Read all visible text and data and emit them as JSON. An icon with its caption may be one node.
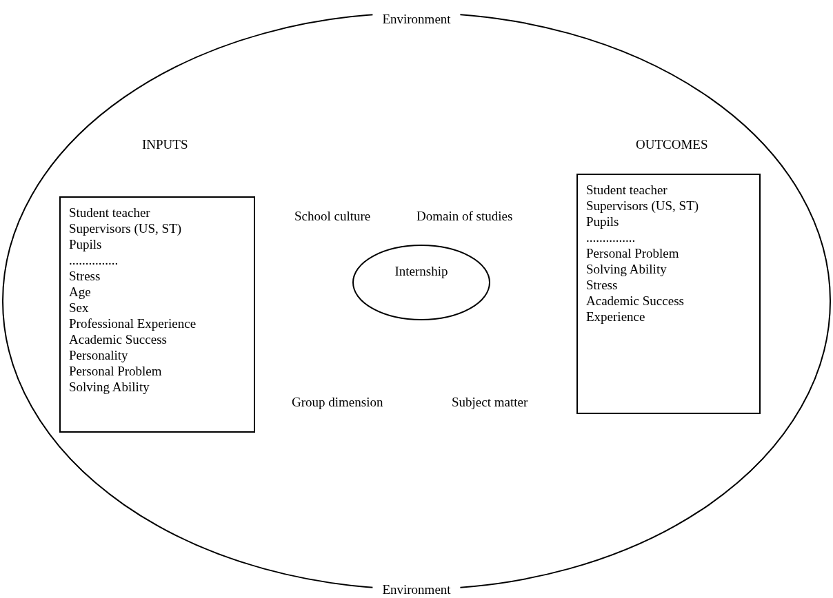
{
  "diagram": {
    "nodes": [
      {
        "text": [
          "Environment",
          "Environment"
        ]
      },
      {
        "text": [
          "INPUTS",
          "Student teacher",
          "Supervisors (US, ST)",
          "Pupils",
          "...............",
          "Stress",
          "Age",
          "Sex",
          "Professional Experience",
          "Academic Success",
          "Personality",
          "Personal Problem Solving Ability"
        ],
        "in": 0
      },
      {
        "text": [
          "Internship"
        ],
        "in": 0
      },
      {
        "text": [
          "OUTCOMES",
          "Student teacher",
          "Supervisors (US, ST)",
          "Pupils",
          "...............",
          "Personal Problem Solving Ability",
          "Stress",
          "Academic Success",
          "Experience"
        ],
        "in": 0
      }
    ],
    "edges": [],
    "labels": [
      "School culture",
      "Domain of studies",
      "Group dimension",
      "Subject matter"
    ]
  }
}
